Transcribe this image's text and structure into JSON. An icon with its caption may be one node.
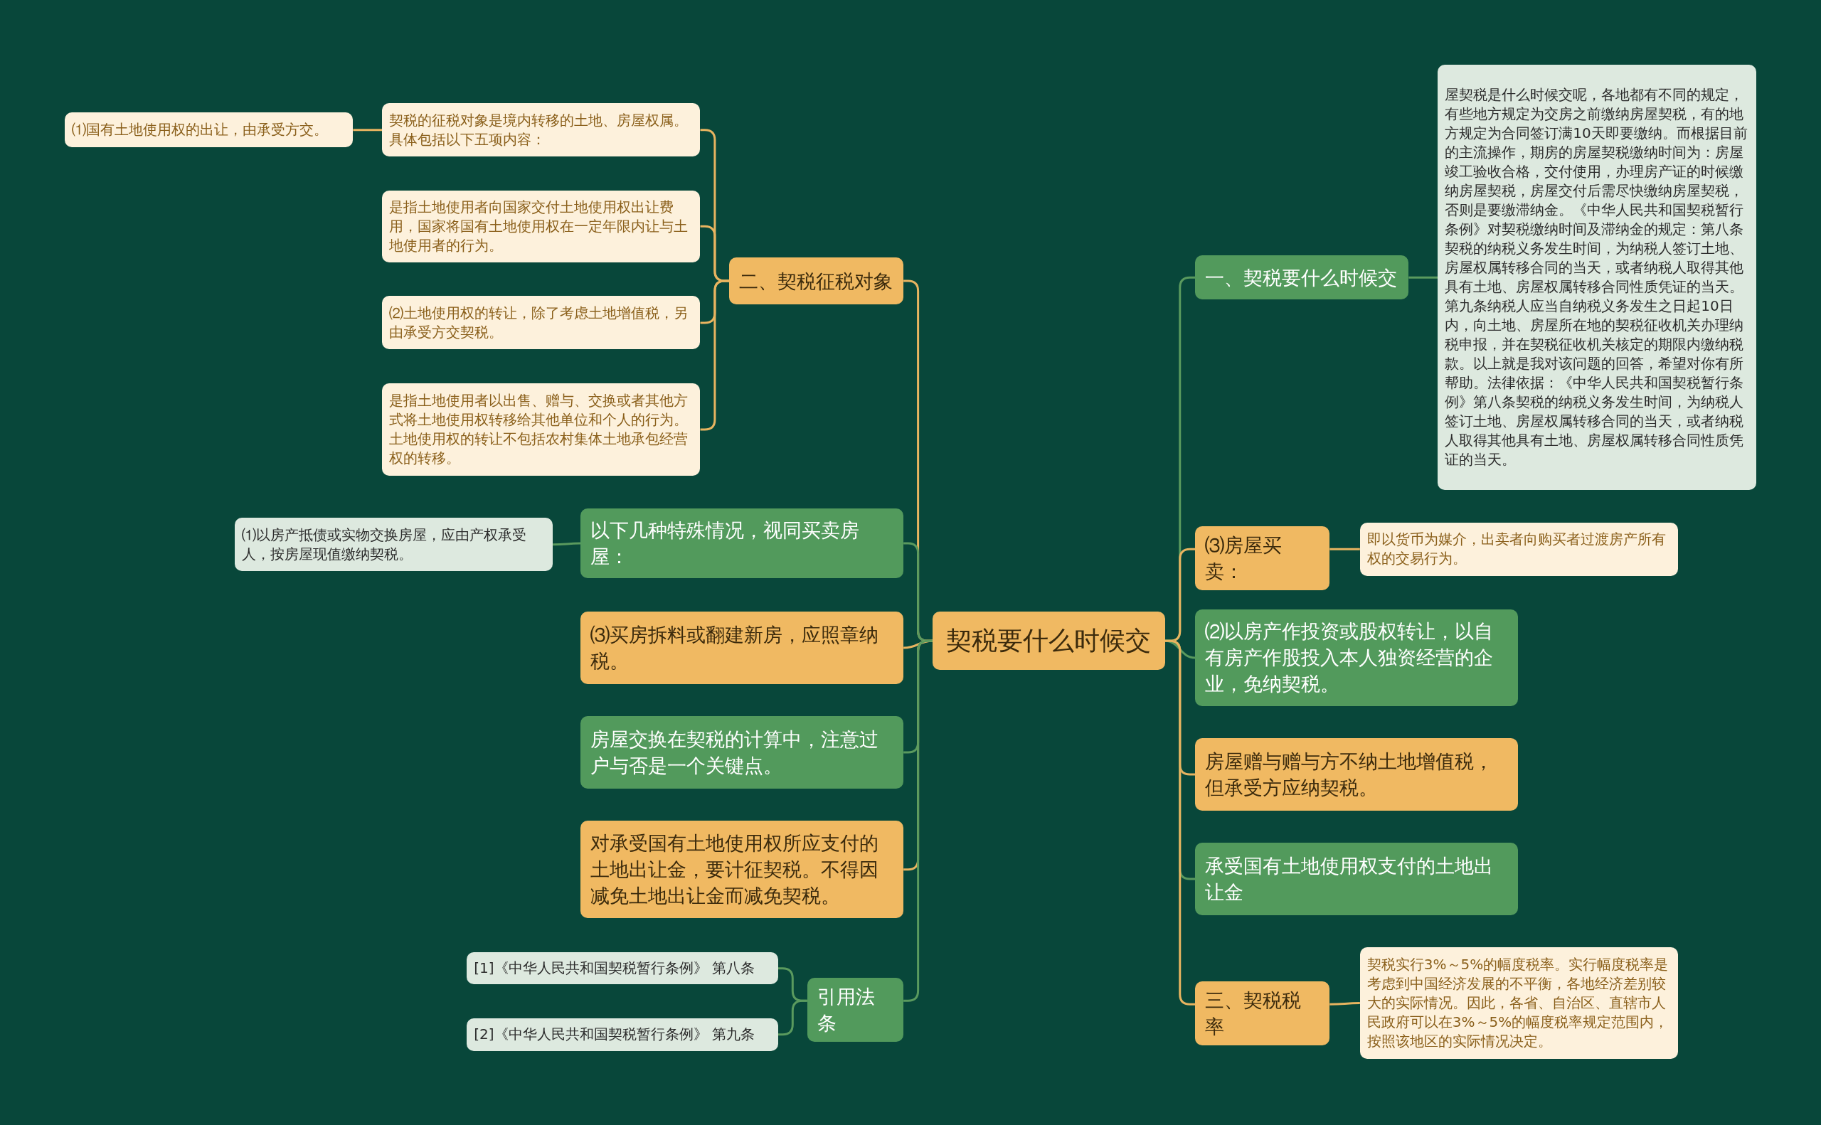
{
  "diagram": {
    "nodes": [
      {
        "text": [
          "契税要什么时候交"
        ]
      },
      {
        "text": [
          "二、契税征税对象"
        ]
      },
      {
        "text": [
          "契税的征税对象是境内转移的土地、房屋权属。具体包括以下五项内容："
        ]
      },
      {
        "text": [
          "⑴国有土地使用权的出让，由承受方交。"
        ]
      },
      {
        "text": [
          "是指土地使用者向国家交付土地使用权出让费用，国家将国有土地使用权在一定年限内让与土地使用者的行为。"
        ]
      },
      {
        "text": [
          "⑵土地使用权的转让，除了考虑土地增值税，另由承受方交契税。"
        ]
      },
      {
        "text": [
          "是指土地使用者以出售、赠与、交换或者其他方式将土地使用权转移给其他单位和个人的行为。土地使用权的转让不包括农村集体土地承包经营权的转移。"
        ]
      },
      {
        "text": [
          "以下几种特殊情况，视同买卖房屋："
        ]
      },
      {
        "text": [
          "⑴以房产抵债或实物交换房屋，应由产权承受人，按房屋现值缴纳契税。"
        ]
      },
      {
        "text": [
          "⑶买房拆料或翻建新房，应照章纳税。"
        ]
      },
      {
        "text": [
          "房屋交换在契税的计算中，注意过户与否是一个关键点。"
        ]
      },
      {
        "text": [
          "对承受国有土地使用权所应支付的土地出让金，要计征契税。不得因减免土地出让金而减免契税。"
        ]
      },
      {
        "text": [
          "引用法条"
        ]
      },
      {
        "text": [
          "[1]《中华人民共和国契税暂行条例》 第八条"
        ]
      },
      {
        "text": [
          "[2]《中华人民共和国契税暂行条例》 第九条"
        ]
      },
      {
        "text": [
          "一、契税要什么时候交"
        ]
      },
      {
        "text": [
          "屋契税是什么时候交呢，各地都有不同的规定，有些地方规定为交房之前缴纳房屋契税，有的地方规定为合同签订满10天即要缴纳。而根据目前的主流操作，期房的房屋契税缴纳时间为：房屋竣工验收合格，交付使用，办理房产证的时候缴纳房屋契税，房屋交付后需尽快缴纳房屋契税，否则是要缴滞纳金。《中华人民共和国契税暂行条例》对契税缴纳时间及滞纳金的规定：第八条契税的纳税义务发生时间，为纳税人签订土地、房屋权属转移合同的当天，或者纳税人取得其他具有土地、房屋权属转移合同性质凭证的当天。第九条纳税人应当自纳税义务发生之日起10日内，向土地、房屋所在地的契税征收机关办理纳税申报，并在契税征收机关核定的期限内缴纳税款。以上就是我对该问题的回答，希望对你有所帮助。法律依据：《中华人民共和国契税暂行条例》第八条契税的纳税义务发生时间，为纳税人签订土地、房屋权属转移合同的当天，或者纳税人取得其他具有土地、房屋权属转移合同性质凭证的当天。"
        ]
      },
      {
        "text": [
          "⑶房屋买卖："
        ]
      },
      {
        "text": [
          "即以货币为媒介，出卖者向购买者过渡房产所有权的交易行为。"
        ]
      },
      {
        "text": [
          "⑵以房产作投资或股权转让，以自有房产作股投入本人独资经营的企业，免纳契税。"
        ]
      },
      {
        "text": [
          "房屋赠与赠与方不纳土地增值税，但承受方应纳契税。"
        ]
      },
      {
        "text": [
          "承受国有土地使用权支付的土地出让金"
        ]
      },
      {
        "text": [
          "三、契税税率"
        ]
      },
      {
        "text": [
          "契税实行3%～5%的幅度税率。实行幅度税率是考虑到中国经济发展的不平衡，各地经济差别较大的实际情况。因此，各省、自治区、直辖市人民政府可以在3%～5%的幅度税率规定范围内，按照该地区的实际情况决定。"
        ]
      }
    ],
    "edges": [
      {
        "from": 0,
        "to": 1,
        "arrow": "none"
      },
      {
        "from": 1,
        "to": 2,
        "arrow": "none"
      },
      {
        "from": 2,
        "to": 3,
        "arrow": "none"
      },
      {
        "from": 1,
        "to": 4,
        "arrow": "none"
      },
      {
        "from": 1,
        "to": 5,
        "arrow": "none"
      },
      {
        "from": 1,
        "to": 6,
        "arrow": "none"
      },
      {
        "from": 0,
        "to": 7,
        "arrow": "none",
        "color": "#5a9a5e"
      },
      {
        "from": 7,
        "to": 8,
        "arrow": "none",
        "color": "#5a9a5e"
      },
      {
        "from": 0,
        "to": 9,
        "arrow": "none"
      },
      {
        "from": 0,
        "to": 10,
        "arrow": "none",
        "color": "#5a9a5e"
      },
      {
        "from": 0,
        "to": 11,
        "arrow": "none"
      },
      {
        "from": 0,
        "to": 12,
        "arrow": "none",
        "color": "#5a9a5e"
      },
      {
        "from": 12,
        "to": 13,
        "arrow": "none",
        "color": "#5a9a5e"
      },
      {
        "from": 12,
        "to": 14,
        "arrow": "none",
        "color": "#5a9a5e"
      },
      {
        "from": 0,
        "to": 15,
        "arrow": "none",
        "color": "#5a9a5e"
      },
      {
        "from": 15,
        "to": 16,
        "arrow": "none",
        "color": "#5a9a5e"
      },
      {
        "from": 0,
        "to": 17,
        "arrow": "none"
      },
      {
        "from": 17,
        "to": 18,
        "arrow": "none"
      },
      {
        "from": 0,
        "to": 19,
        "arrow": "none",
        "color": "#5a9a5e"
      },
      {
        "from": 0,
        "to": 20,
        "arrow": "none"
      },
      {
        "from": 0,
        "to": 21,
        "arrow": "none",
        "color": "#5a9a5e"
      },
      {
        "from": 0,
        "to": 22,
        "arrow": "none"
      },
      {
        "from": 22,
        "to": 23,
        "arrow": "none"
      }
    ]
  }
}
